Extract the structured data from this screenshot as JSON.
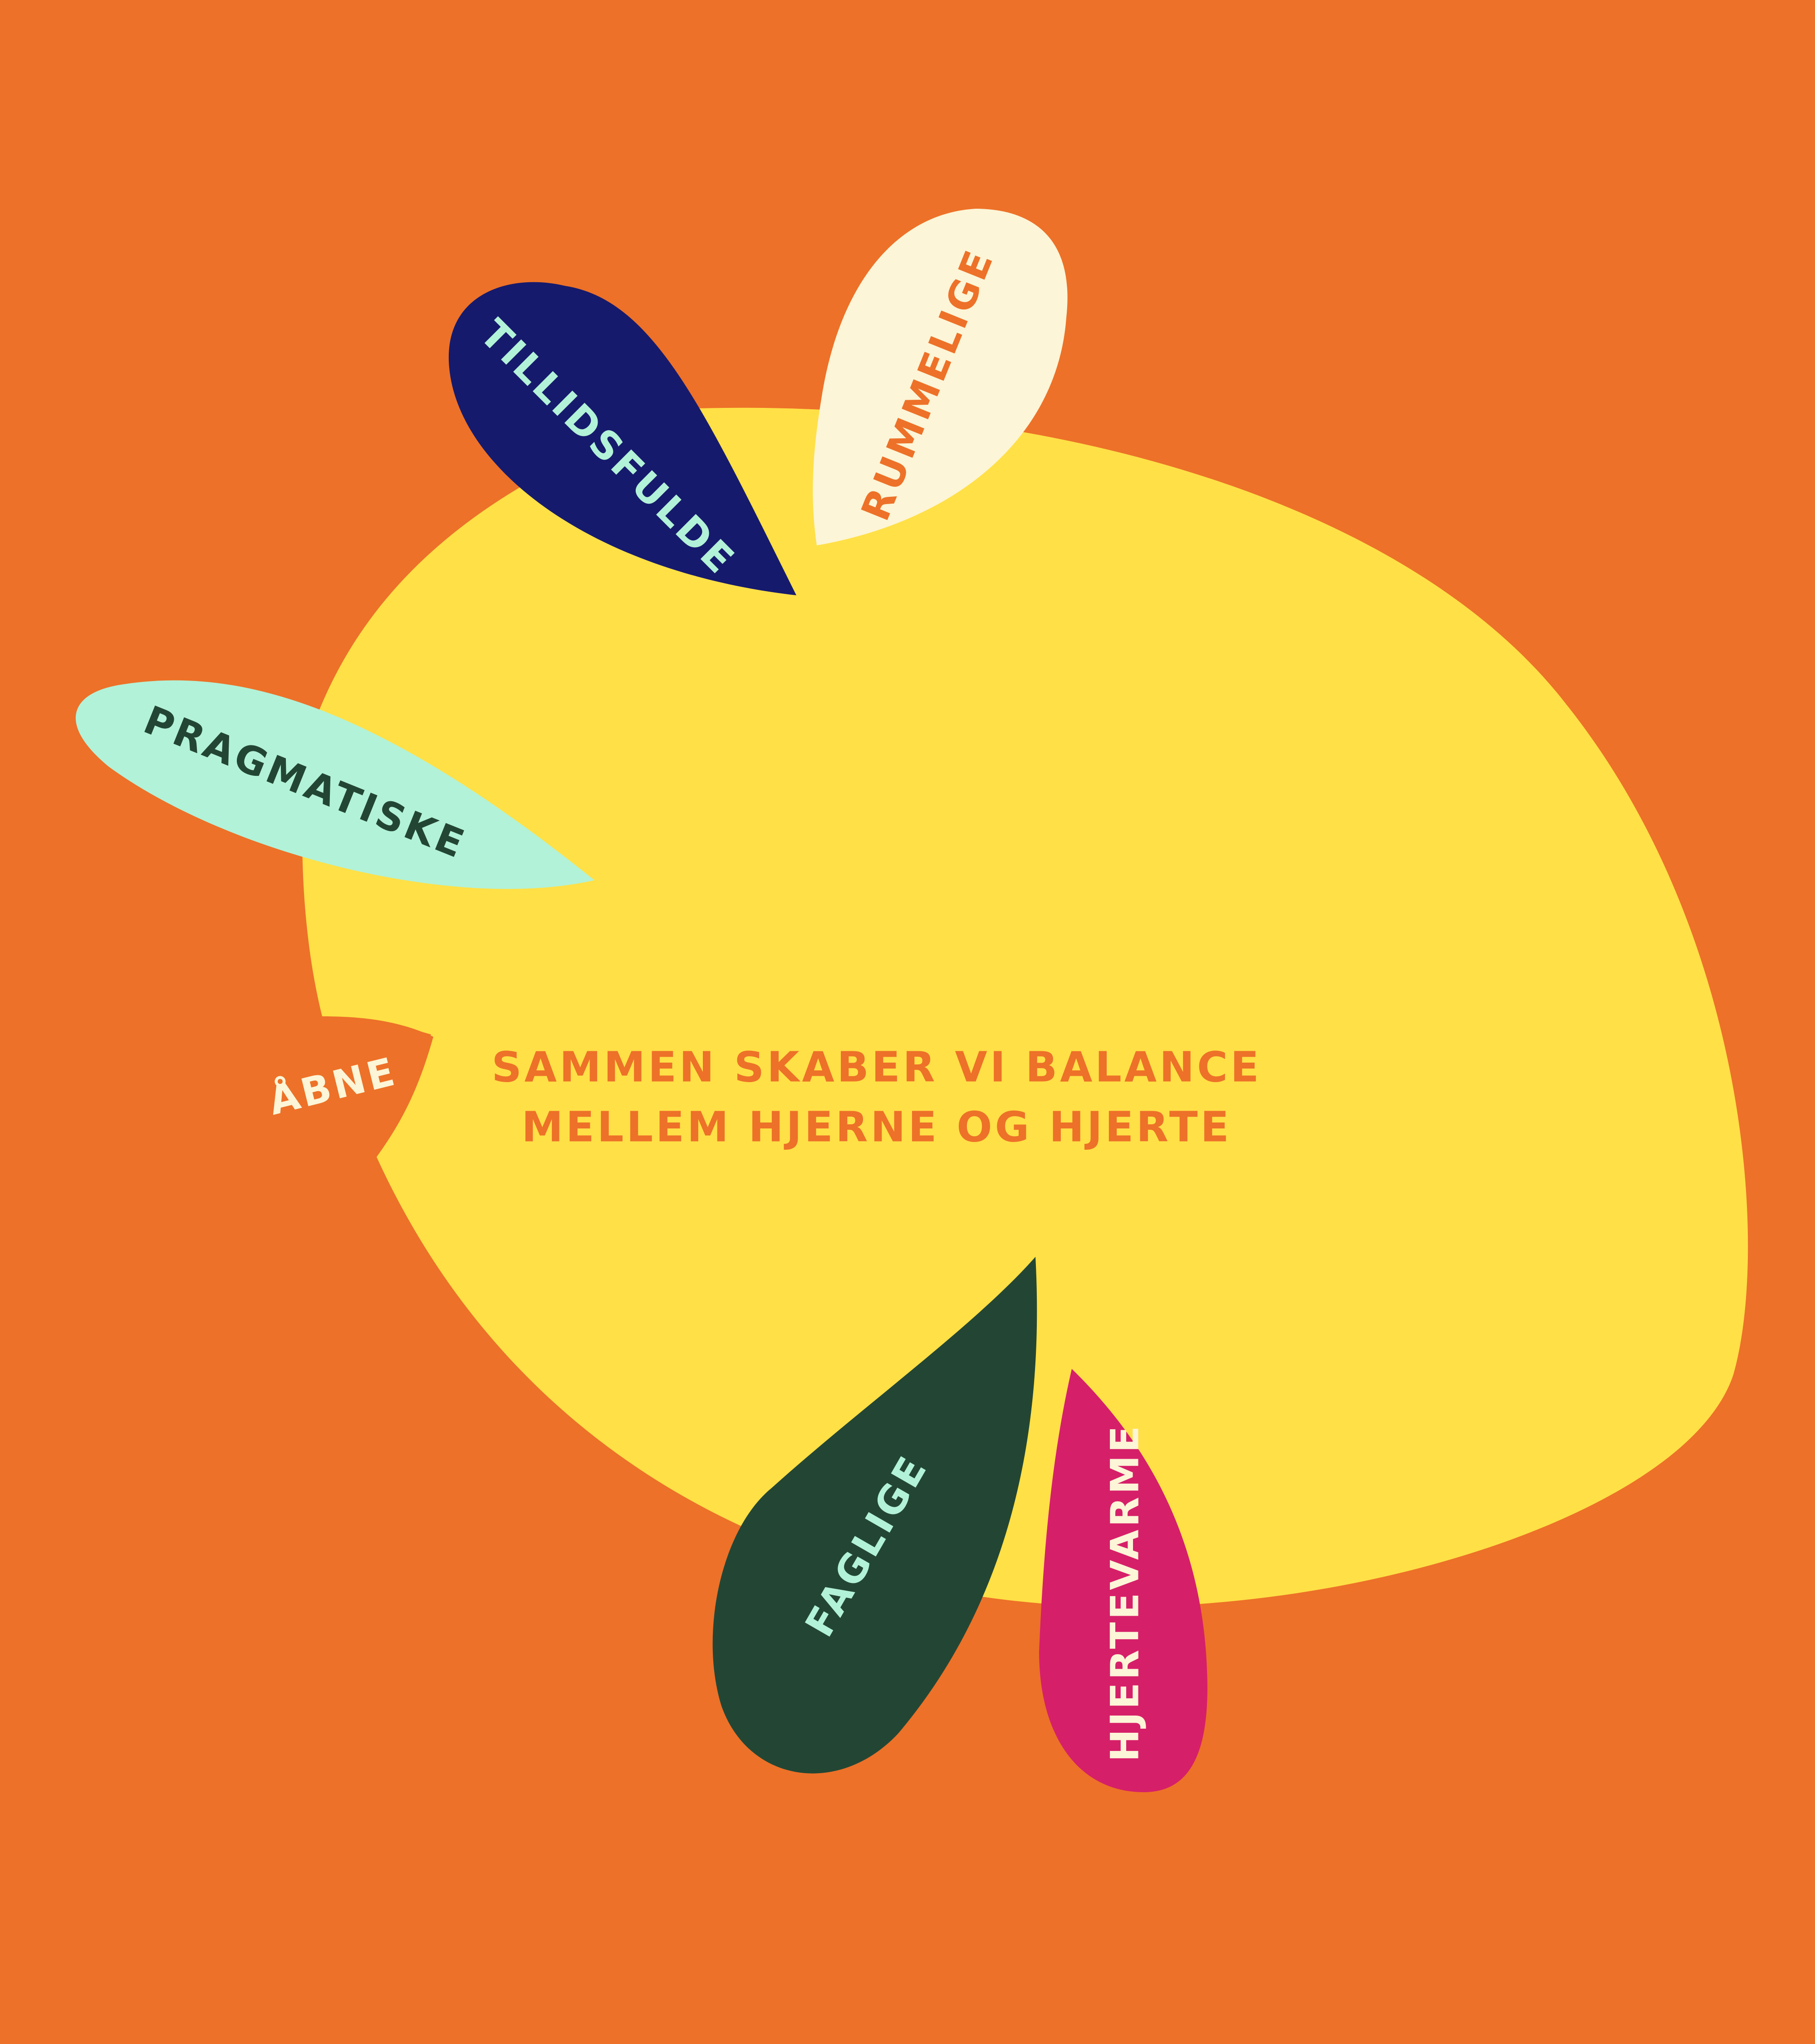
{
  "colors": {
    "background": "#ED7128",
    "blob": "#FFE047",
    "navy": "#161A6C",
    "cream": "#FCF5D7",
    "mint": "#B2F2D8",
    "dark_green": "#234634",
    "magenta": "#D61F69",
    "orange_text": "#ED7128",
    "cream_text": "#FCF5D7"
  },
  "center_text": {
    "line1": "SAMMEN SKABER VI BALANCE",
    "line2": "MELLEM HJERNE OG HJERTE"
  },
  "petals": {
    "tillidsfulde": "TILLIDSFULDE",
    "rummelige": "RUMMELIGE",
    "pragmatiske": "PRAGMATISKE",
    "abne": "ÅBNE",
    "faglige": "FAGLIGE",
    "hjertevarme": "HJERTEVARME"
  }
}
